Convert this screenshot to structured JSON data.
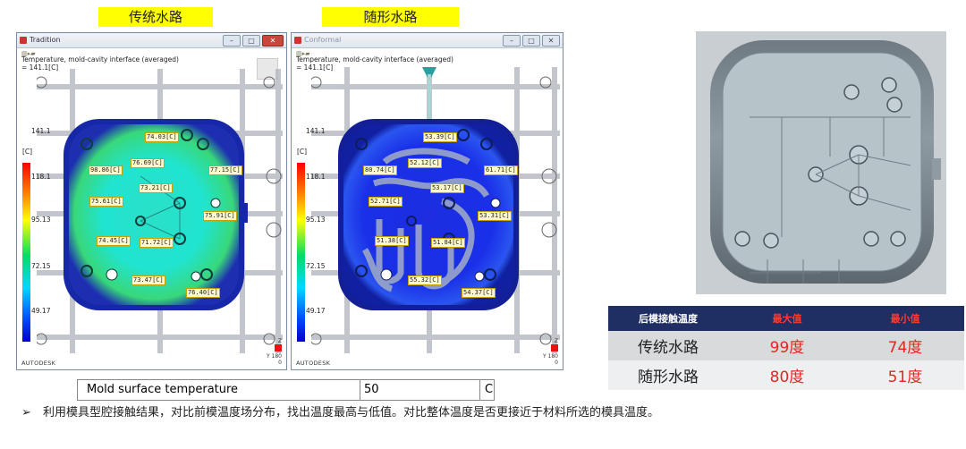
{
  "headers": {
    "traditional": "传统水路",
    "conformal": "随形水路"
  },
  "windows": {
    "left": {
      "title": "Tradition",
      "description": "Temperature, mold-cavity interface (averaged)\n= 141.1[C]",
      "unit": "[C]",
      "scale": [
        "141.1",
        "118.1",
        "95.13",
        "72.15",
        "49.17"
      ],
      "labels": [
        "74.03[C]",
        "98.86[C]",
        "76.69[C]",
        "77.15[C]",
        "73.21[C]",
        "75.61[C]",
        "75.91[C]",
        "74.45[C]",
        "71.72[C]",
        "73.47[C]",
        "76.40[C]"
      ],
      "vendor": "AUTODESK",
      "triad": [
        "Z",
        "Y",
        "180",
        "0"
      ]
    },
    "right": {
      "title": "Conformal",
      "description": "Temperature, mold-cavity interface (averaged)\n= 141.1[C]",
      "unit": "[C]",
      "scale": [
        "141.1",
        "118.1",
        "95.13",
        "72.15",
        "49.17"
      ],
      "labels": [
        "53.39[C]",
        "80.74[C]",
        "52.12[C]",
        "61.71[C]",
        "53.17[C]",
        "52.71[C]",
        "53.31[C]",
        "51.38[C]",
        "51.84[C]",
        "55.32[C]",
        "54.37[C]"
      ],
      "vendor": "AUTODESK",
      "triad": [
        "Z",
        "Y",
        "180",
        "0"
      ]
    }
  },
  "mold_field": {
    "label": "Mold surface temperature",
    "value": "50",
    "unit": "C"
  },
  "table": {
    "headers": [
      "后模接触温度",
      "最大值",
      "最小值"
    ],
    "rows": [
      [
        "传统水路",
        "99度",
        "74度"
      ],
      [
        "随形水路",
        "80度",
        "51度"
      ]
    ],
    "header_bg": "#1f2f63",
    "header_value_color": "#ff3a2f",
    "value_color": "#e0281e"
  },
  "bullet": {
    "marker": "➢",
    "text": "利用模具型腔接触结果，对比前模温度场分布，找出温度最高与低值。对比整体温度是否更接近于材料所选的模具温度。"
  },
  "colors": {
    "header_yellow": "#ffff00",
    "label_bg": "#fff8cf"
  }
}
